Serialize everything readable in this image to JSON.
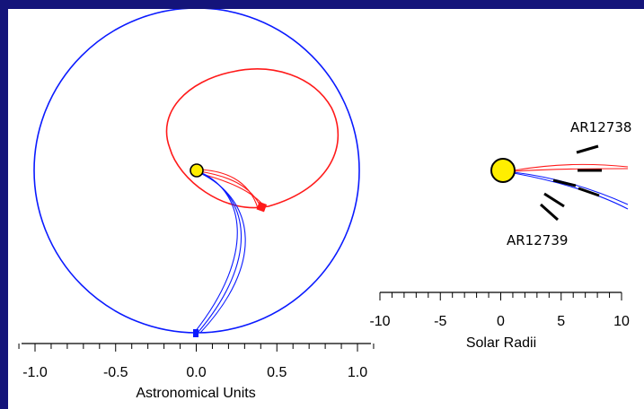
{
  "colors": {
    "frame": "#14147a",
    "background": "#ffffff",
    "earth_orbit": "#0a1aff",
    "red_orbit": "#ff1a1a",
    "sun_fill": "#ffee00",
    "ink": "#000000"
  },
  "left_panel": {
    "axis": {
      "title": "Astronomical Units",
      "ticks": [
        {
          "value": -1.0,
          "label": "-1.0"
        },
        {
          "value": -0.5,
          "label": "-0.5"
        },
        {
          "value": 0.0,
          "label": "0.0"
        },
        {
          "value": 0.5,
          "label": "0.5"
        },
        {
          "value": 1.0,
          "label": "1.0"
        }
      ],
      "minor_step": 0.1,
      "range": [
        -1.1,
        1.1
      ]
    }
  },
  "right_panel": {
    "axis": {
      "title": "Solar Radii",
      "ticks": [
        {
          "value": -10,
          "label": "-10"
        },
        {
          "value": -5,
          "label": "-5"
        },
        {
          "value": 0,
          "label": "0"
        },
        {
          "value": 5,
          "label": "5"
        },
        {
          "value": 10,
          "label": "10"
        }
      ],
      "minor_step": 1,
      "range": [
        -10,
        10
      ]
    },
    "annotations": {
      "top": "AR12738",
      "bottom": "AR12739"
    }
  }
}
